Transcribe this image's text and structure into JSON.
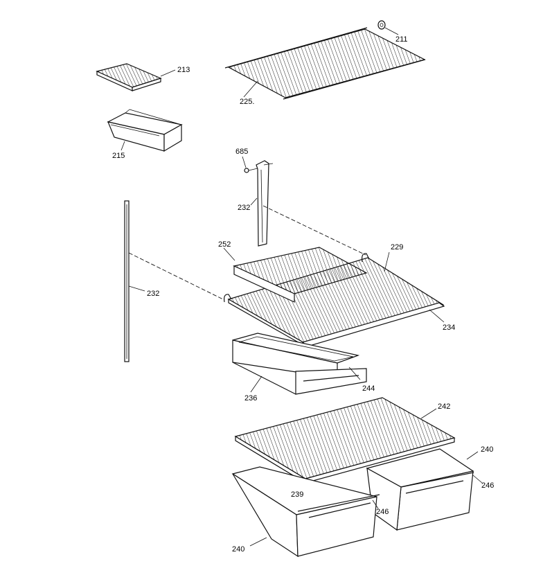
{
  "labels": {
    "l211": "211",
    "l213": "213",
    "l225": "225.",
    "l215": "215",
    "l685": "685",
    "l232a": "232",
    "l252": "252",
    "l229": "229",
    "l232b": "232",
    "l234": "234",
    "l244": "244",
    "l236": "236",
    "l242": "242",
    "l240a": "240",
    "l246a": "246",
    "l239": "239",
    "l246b": "246",
    "l240b": "240"
  }
}
